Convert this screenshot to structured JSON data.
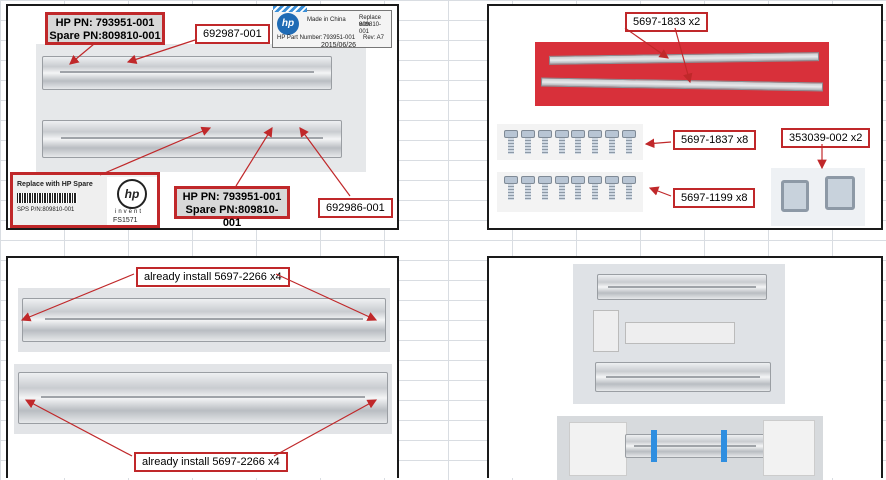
{
  "colors": {
    "accent_red": "#c0282a",
    "panel_border": "#1a1a1a",
    "grid": "#d9dde2",
    "hp_blue": "#1f6bb5"
  },
  "panel_top_left": {
    "label_top": {
      "line1": "HP PN: 793951-001",
      "line2": "Spare PN:809810-001"
    },
    "label_bottom": {
      "line1": "HP PN: 793951-001",
      "line2": "Spare PN:809810-001"
    },
    "callout_top": "692987-001",
    "callout_bottom": "692986-001",
    "sticker_top": {
      "logo": "hp",
      "made_in": "Made in China",
      "replace": "Replace with",
      "replace_pn": "809810-001",
      "part_label": "HP Part Number:",
      "part_pn": "793951-001",
      "rev": "Rev: A7",
      "date": "2015/06/26"
    },
    "sticker_bottom": {
      "replace": "Replace with HP Spare",
      "sps": "SPS P/N:809810-001",
      "logo": "hp",
      "invent": "invent",
      "code": "FS1571"
    }
  },
  "panel_top_right": {
    "callout_bars": "5697-1833 x2",
    "callout_screw_a": "5697-1837 x8",
    "callout_screw_b": "5697-1199 x8",
    "callout_cage": "353039-002 x2"
  },
  "panel_bottom_left": {
    "callout_top": "already install 5697-2266 x4",
    "callout_bottom": "already install 5697-2266 x4"
  },
  "panel_bottom_right": {}
}
